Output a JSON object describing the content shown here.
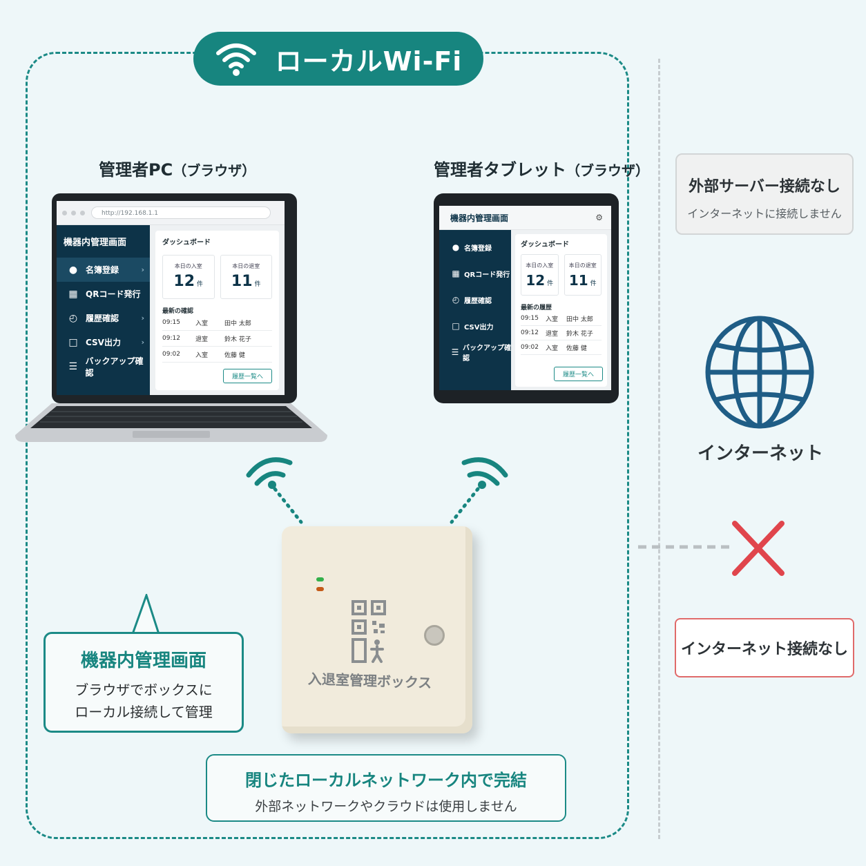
{
  "local_wifi_label": "ローカルWi-Fi",
  "pc": {
    "caption": "管理者PC",
    "caption_paren": "（ブラウザ）",
    "url": "http://192.168.1.1",
    "app_title": "機器内管理画面",
    "menu": [
      "名簿登録",
      "QRコード発行",
      "履歴確認",
      "CSV出力",
      "バックアップ確認"
    ],
    "dashboard_title": "ダッシュボード",
    "entry_label": "本日の入室",
    "entry_value": "12",
    "exit_label": "本日の退室",
    "exit_value": "11",
    "unit": "件",
    "recent_title": "最新の確認",
    "rows": [
      {
        "time": "09:15",
        "action": "入室",
        "name": "田中 太郎"
      },
      {
        "time": "09:12",
        "action": "退室",
        "name": "鈴木 花子"
      },
      {
        "time": "09:02",
        "action": "入室",
        "name": "佐藤 健"
      }
    ],
    "history_button": "履歴一覧へ"
  },
  "tablet": {
    "caption": "管理者タブレット",
    "caption_paren": "（ブラウザ）",
    "app_title": "機器内管理画面",
    "menu": [
      "名簿登録",
      "QRコード発行",
      "履歴確認",
      "CSV出力",
      "バックアップ確認"
    ],
    "dashboard_title": "ダッシュボード",
    "entry_label": "本日の入室",
    "entry_value": "12",
    "exit_label": "本日の退室",
    "exit_value": "11",
    "unit": "件",
    "recent_title": "最新の履歴",
    "rows": [
      {
        "time": "09:15",
        "action": "入室",
        "name": "田中 太郎"
      },
      {
        "time": "09:12",
        "action": "退室",
        "name": "鈴木 花子"
      },
      {
        "time": "09:02",
        "action": "入室",
        "name": "佐藤 健"
      }
    ],
    "history_button": "履歴一覧へ"
  },
  "box": {
    "label": "入退室管理ボックス"
  },
  "admin_callout": {
    "title": "機器内管理画面",
    "line1": "ブラウザでボックスに",
    "line2": "ローカル接続して管理"
  },
  "closed_callout": {
    "title": "閉じたローカルネットワーク内で完結",
    "body": "外部ネットワークやクラウドは使用しません"
  },
  "no_server": {
    "title": "外部サーバー接続なし",
    "body": "インターネットに接続しません"
  },
  "internet_label": "インターネット",
  "no_internet": "インターネット接続なし",
  "colors": {
    "teal": "#17857f",
    "navy": "#0d3348",
    "globe": "#1f5d86",
    "cross": "#e0454c"
  }
}
